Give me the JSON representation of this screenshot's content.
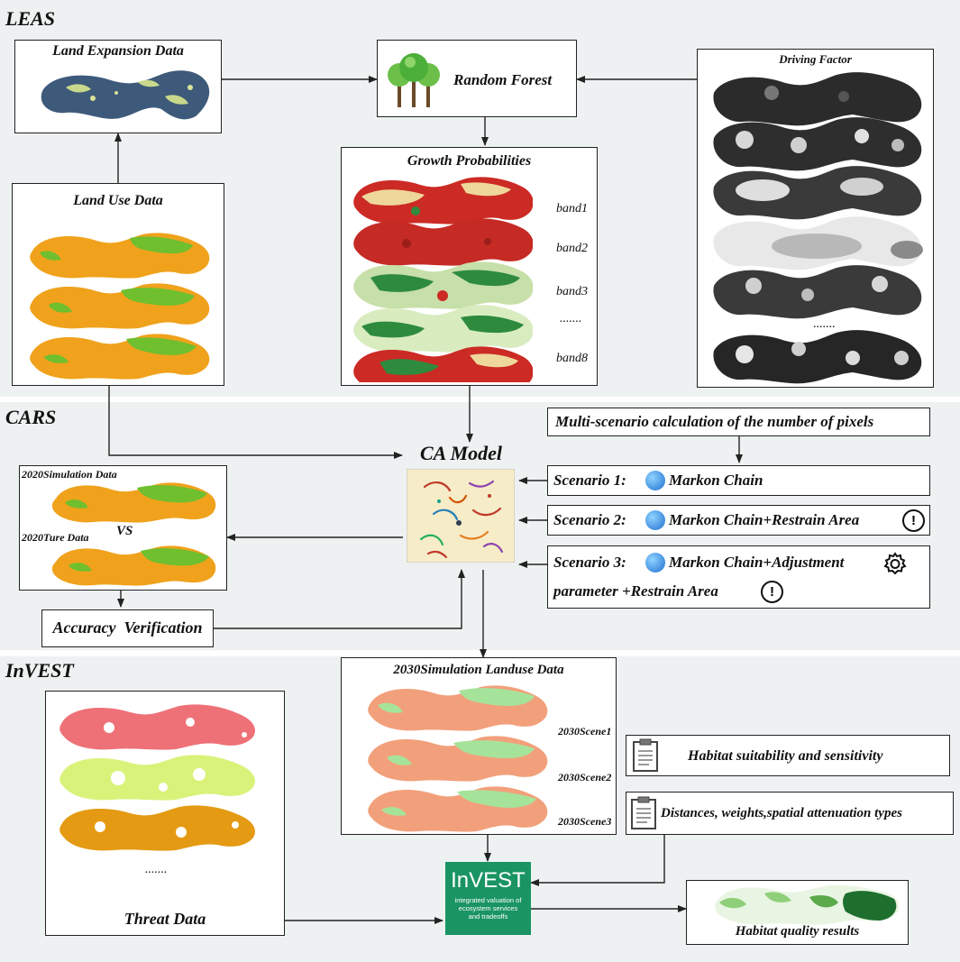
{
  "sections": {
    "leas": "LEAS",
    "cars": "CARS",
    "invest": "InVEST"
  },
  "leas": {
    "land_expansion": "Land Expansion Data",
    "random_forest": "Random Forest",
    "driving_factor": "Driving Factor",
    "driving_dots": ".......",
    "land_use": "Land Use Data",
    "growth": "Growth Probabilities",
    "bands": [
      "band1",
      "band2",
      "band3",
      ".......",
      "band8"
    ]
  },
  "cars": {
    "multi": "Multi-scenario calculation of the number of pixels",
    "ca_model": "CA Model",
    "sim_2020": "2020Simulation Data",
    "vs": "VS",
    "true_2020": "2020Ture Data",
    "accuracy": "Accuracy  Verification",
    "s1_label": "Scenario 1:",
    "s1_text": "Markon Chain",
    "s2_label": "Scenario 2:",
    "s2_text": "Markon Chain+Restrain Area",
    "s3_label": "Scenario 3:",
    "s3_text": "Markon Chain+Adjustment",
    "s3_line2": "parameter +Restrain Area"
  },
  "invest": {
    "sim_2030": "2030Simulation Landuse Data",
    "scenes": [
      "2030Scene1",
      "2030Scene2",
      "2030Scene3"
    ],
    "threat": "Threat Data",
    "threat_dots": ".......",
    "habitat_suit": "Habitat suitability and sensitivity",
    "distances": "Distances, weights,spatial attenuation types",
    "logo_title": "InVEST",
    "logo_sub": "integrated valuation of ecosystem services and tradeoffs",
    "habitat_results": "Habitat quality results"
  },
  "colors": {
    "panel": "#eef1f1",
    "growth_red": "#cc2a24",
    "growth_green": "#2e8b3e",
    "landuse_orange": "#f0a21c",
    "landuse_green": "#6fbf2e",
    "sim2030_salmon": "#f2a07b",
    "sim2030_green": "#a6e39a",
    "invest_teal": "#1a9463",
    "habitat_green": "#1e6f2e"
  }
}
